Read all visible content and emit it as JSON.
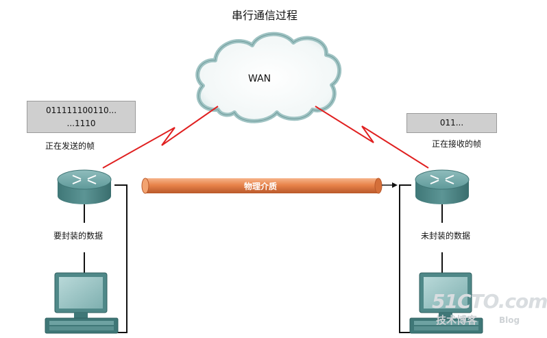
{
  "title": "串行通信过程",
  "cloud": {
    "label": "WAN"
  },
  "sender": {
    "bits_line1": "011111100110...",
    "bits_line2": "...1110",
    "frame_label": "正在发送的帧",
    "data_label": "要封装的数据"
  },
  "receiver": {
    "bits": "011...",
    "frame_label": "正在接收的帧",
    "data_label": "未封装的数据"
  },
  "medium": {
    "label": "物理介质"
  },
  "watermark": {
    "main": "51CTO.com",
    "sub": "技术博客",
    "blog": "Blog"
  },
  "colors": {
    "link": "#e02020",
    "pipe": "#e8834a",
    "router": "#4f8a8a",
    "cloud_stroke": "#8fb5b5"
  }
}
